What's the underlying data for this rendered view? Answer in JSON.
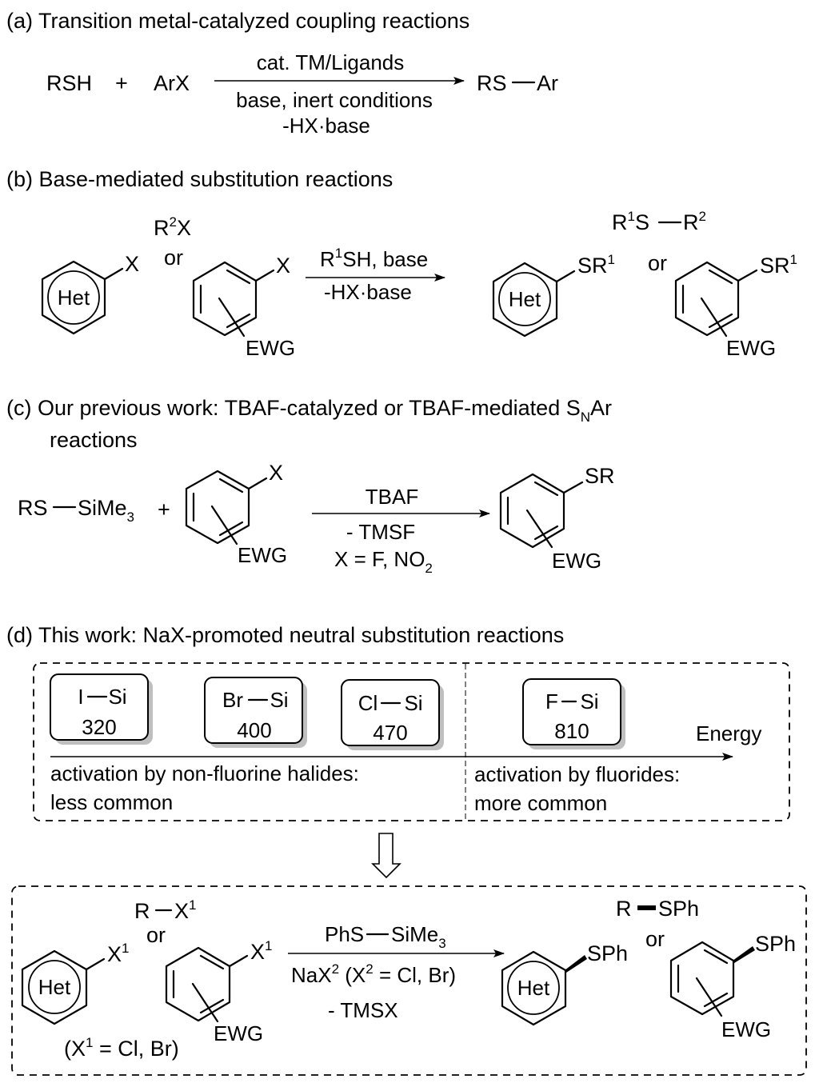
{
  "panels": {
    "a": {
      "title": "(a) Transition metal-catalyzed coupling reactions",
      "reactant1": "RSH",
      "plus": "+",
      "reactant2": "ArX",
      "above_arrow": "cat. TM/Ligands",
      "below_arrow_1": "base, inert conditions",
      "below_arrow_2": "-HX·base",
      "product_left": "RS",
      "product_right": "Ar"
    },
    "b": {
      "title": "(b) Base-mediated substitution reactions",
      "ring_label": "Het",
      "leaving_group": "X",
      "alkyl_r": "R",
      "alkyl_sup": "2",
      "alkyl_x": "X",
      "or": "or",
      "ewg": "EWG",
      "above_arrow_r": "R",
      "above_arrow_sup": "1",
      "above_arrow_rest": "SH, base",
      "below_arrow": "-HX·base",
      "product_sr": "SR",
      "product_sr_sup": "1",
      "product_alkyl_r1": "R",
      "product_alkyl_sup1": "1",
      "product_alkyl_s": "S",
      "product_alkyl_r2": "R",
      "product_alkyl_sup2": "2"
    },
    "c": {
      "title_main": "(c) Our previous work: TBAF-catalyzed or TBAF-mediated S",
      "title_sub": "N",
      "title_end": "Ar",
      "title_line2": "reactions",
      "reagent_left": "RS",
      "reagent_right": "SiMe",
      "reagent_sub": "3",
      "plus": "+",
      "leaving_group": "X",
      "ewg": "EWG",
      "above_arrow": "TBAF",
      "below_arrow_1": "- TMSF",
      "below_arrow_2": "X = F, NO",
      "below_arrow_2_sub": "2",
      "product_group": "SR"
    },
    "d": {
      "title": "(d) This work: NaX-promoted neutral substitution reactions",
      "energy_boxes": [
        {
          "bond_left": "I",
          "bond_right": "Si",
          "value": "320"
        },
        {
          "bond_left": "Br",
          "bond_right": "Si",
          "value": "400"
        },
        {
          "bond_left": "Cl",
          "bond_right": "Si",
          "value": "470"
        },
        {
          "bond_left": "F",
          "bond_right": "Si",
          "value": "810"
        }
      ],
      "energy_axis_label": "Energy",
      "left_note_1": "activation by non-fluorine halides:",
      "left_note_2": "less common",
      "right_note_1": "activation by fluorides:",
      "right_note_2": "more common",
      "ring_label": "Het",
      "x1": "X",
      "x1_sup": "1",
      "alkyl_r": "R",
      "alkyl_x": "X",
      "alkyl_sup": "1",
      "or": "or",
      "ewg": "EWG",
      "condition_open": "(X",
      "condition_sup": "1",
      "condition_rest": " = Cl, Br)",
      "above_arrow_left": "PhS",
      "above_arrow_right": "SiMe",
      "above_arrow_sub": "3",
      "below_arrow_1a": "NaX",
      "below_arrow_1sup": "2",
      "below_arrow_1b": " (X",
      "below_arrow_1sup2": "2",
      "below_arrow_1c": " = Cl, Br)",
      "below_arrow_2": "- TMSX",
      "product_group": "SPh",
      "product_alkyl_r": "R",
      "product_alkyl_group": "SPh"
    }
  }
}
